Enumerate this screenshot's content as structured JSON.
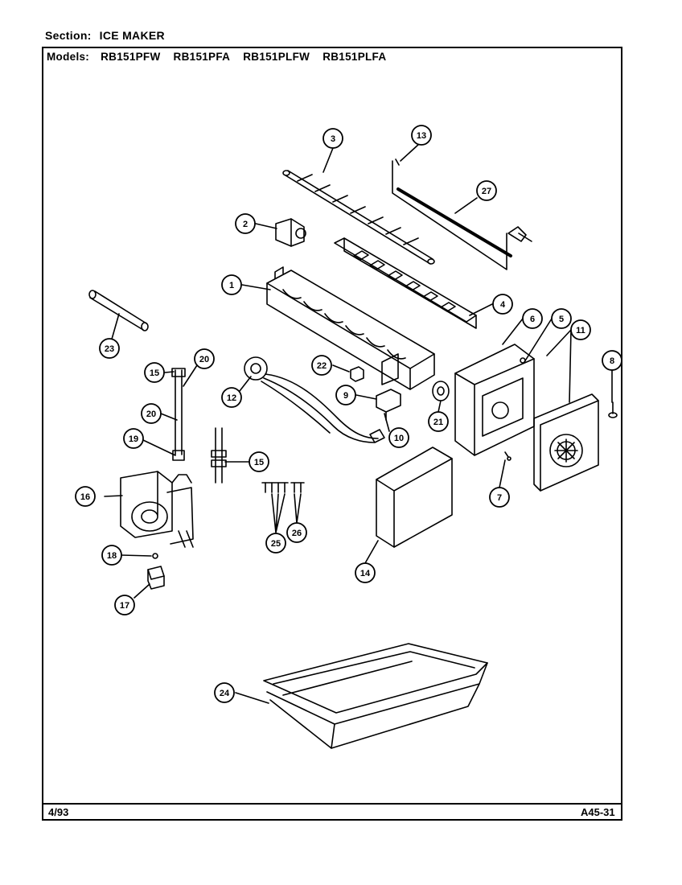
{
  "header": {
    "section_label": "Section:",
    "section_value": "ICE MAKER",
    "models_label": "Models:",
    "models": [
      "RB151PFW",
      "RB151PFA",
      "RB151PLFW",
      "RB151PLFA"
    ]
  },
  "footer": {
    "date": "4/93",
    "page_code": "A45-31"
  },
  "callouts": [
    "1",
    "2",
    "3",
    "4",
    "5",
    "6",
    "7",
    "8",
    "9",
    "10",
    "11",
    "12",
    "13",
    "14",
    "15",
    "15",
    "16",
    "17",
    "18",
    "19",
    "20",
    "20",
    "21",
    "22",
    "23",
    "24",
    "25",
    "26",
    "27"
  ]
}
